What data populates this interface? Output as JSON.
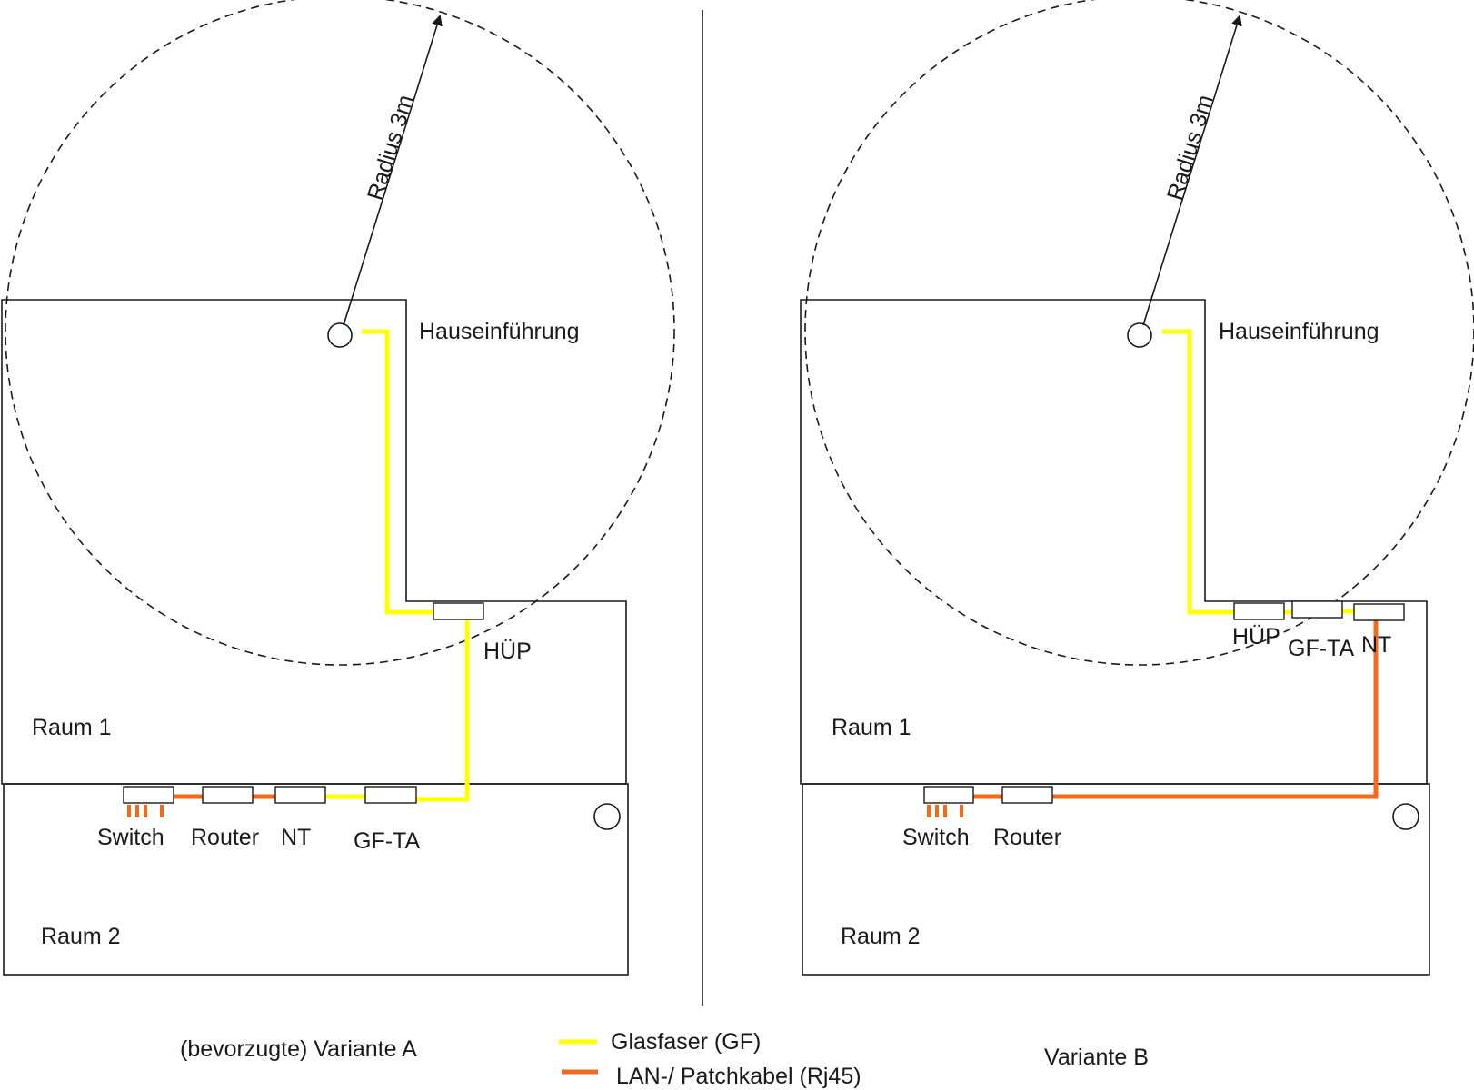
{
  "variant_a": {
    "caption": "(bevorzugte) Variante A",
    "radius_label": "Radius 3m",
    "hauseinfuehrung_label": "Hauseinführung",
    "huep_label": "HÜP",
    "raum1_label": "Raum 1",
    "raum2_label": "Raum 2",
    "switch_label": "Switch",
    "router_label": "Router",
    "nt_label": "NT",
    "gfta_label": "GF-TA"
  },
  "variant_b": {
    "caption": "Variante B",
    "radius_label": "Radius 3m",
    "hauseinfuehrung_label": "Hauseinführung",
    "huep_label": "HÜP",
    "gfta_label": "GF-TA",
    "nt_label": "NT",
    "raum1_label": "Raum 1",
    "raum2_label": "Raum 2",
    "switch_label": "Switch",
    "router_label": "Router"
  },
  "legend": {
    "glasfaser": {
      "label": "Glasfaser (GF)",
      "color": "#ffff00"
    },
    "lan": {
      "label": "LAN-/ Patchkabel (Rj45)",
      "color": "#f26b1d"
    }
  }
}
